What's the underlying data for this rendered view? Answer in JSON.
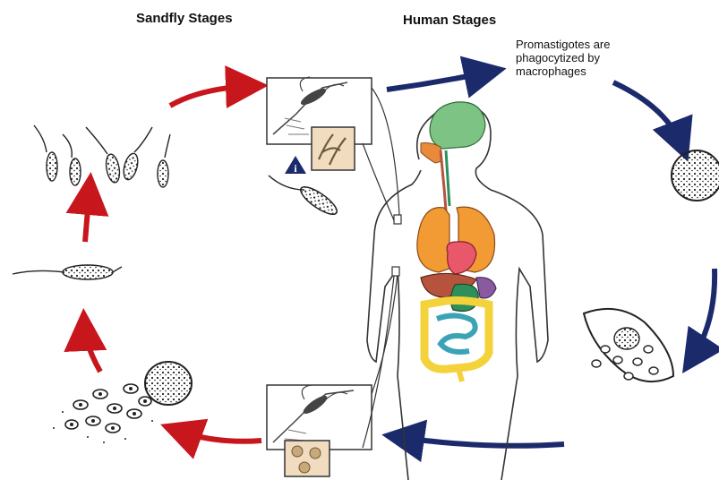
{
  "titles": {
    "sandfly_stages": "Sandfly Stages",
    "human_stages": "Human Stages"
  },
  "annotations": {
    "promastigote_note": [
      "Promastigotes are",
      "phagocytized by",
      "macrophages"
    ],
    "infective_stage_marker": "i"
  },
  "colors": {
    "sandfly_arrow": "#c8161d",
    "human_arrow": "#1b2a6b",
    "brain": "#7dc383",
    "lungs": "#f29b34",
    "heart": "#e8586a",
    "liver": "#b5533c",
    "stomach": "#2e8f5a",
    "spleen": "#8a5a9e",
    "intestine_large": "#f3d23b",
    "intestine_small": "#3aa3b6",
    "pharynx": "#e88a3a",
    "inset_bg": "#f2dcc0"
  },
  "icons": [
    "info-triangle-icon"
  ]
}
